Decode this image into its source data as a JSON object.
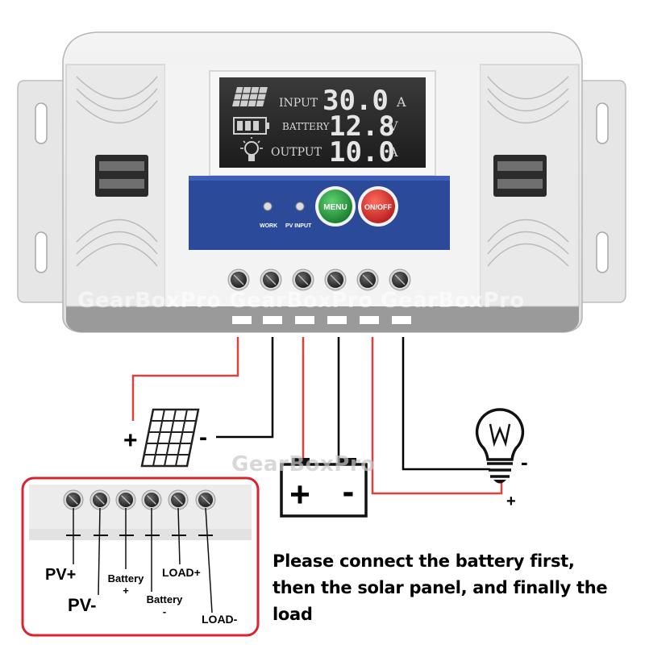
{
  "display": {
    "rows": [
      {
        "label": "INPUT",
        "value": "30.0",
        "unit": "A"
      },
      {
        "label": "BATTERY",
        "value": "12.8",
        "unit": "V"
      },
      {
        "label": "OUTPUT",
        "value": "10.0",
        "unit": "A"
      }
    ]
  },
  "panel": {
    "led_work_label": "WORK",
    "led_pv_label": "PV INPUT",
    "menu_label": "MENU",
    "onoff_label": "ON/OFF"
  },
  "colors": {
    "case": "#ececec",
    "panel_blue": "#2c4a9a",
    "menu_green": "#1f9a3c",
    "onoff_red": "#d42a2a",
    "wire_red": "#e0403a",
    "callout_border": "#d9232d"
  },
  "watermark": "GearBoxPro GearBoxPro GearBoxPro",
  "watermark_center": "GearBoxPro",
  "symbols": {
    "pv_plus": "+",
    "pv_minus": "-",
    "battery_plus": "+",
    "battery_minus": "-",
    "load_minus": "-",
    "load_plus": "+"
  },
  "callout": {
    "pv_plus": "PV+",
    "pv_minus": "PV-",
    "battery_plus_top": "Battery",
    "battery_plus_sign": "+",
    "battery_minus_top": "Battery",
    "battery_minus_sign": "-",
    "load_plus": "LOAD+",
    "load_minus": "LOAD-"
  },
  "instruction": {
    "line1": "Please connect the battery first,",
    "line2": "then the solar panel, and finally the load"
  }
}
